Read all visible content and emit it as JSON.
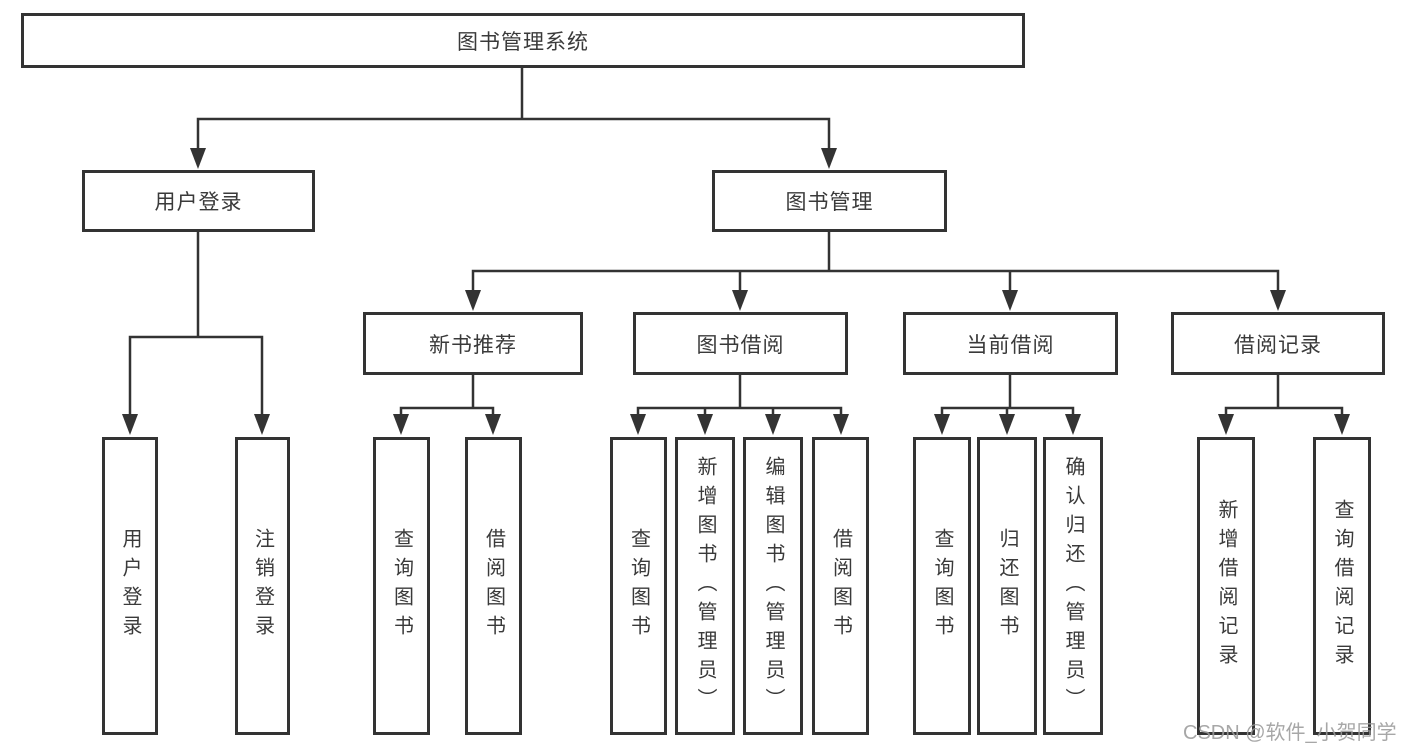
{
  "tree": {
    "root": {
      "label": "图书管理系统"
    },
    "branches": [
      {
        "label": "用户登录",
        "children": [
          {
            "label": "用户登录"
          },
          {
            "label": "注销登录"
          }
        ]
      },
      {
        "label": "图书管理",
        "groups": [
          {
            "label": "新书推荐",
            "children": [
              {
                "label": "查询图书"
              },
              {
                "label": "借阅图书"
              }
            ]
          },
          {
            "label": "图书借阅",
            "children": [
              {
                "label": "查询图书"
              },
              {
                "label": "新增图书（管理员）"
              },
              {
                "label": "编辑图书（管理员）"
              },
              {
                "label": "借阅图书"
              }
            ]
          },
          {
            "label": "当前借阅",
            "children": [
              {
                "label": "查询图书"
              },
              {
                "label": "归还图书"
              },
              {
                "label": "确认归还（管理员）"
              }
            ]
          },
          {
            "label": "借阅记录",
            "children": [
              {
                "label": "新增借阅记录"
              },
              {
                "label": "查询借阅记录"
              }
            ]
          }
        ]
      }
    ]
  },
  "watermark": {
    "text": "CSDN @软件_小贺同学"
  },
  "colors": {
    "line": "#333333",
    "text": "#3a3a3a",
    "background": "#ffffff",
    "watermark": "#9b9b9b"
  }
}
